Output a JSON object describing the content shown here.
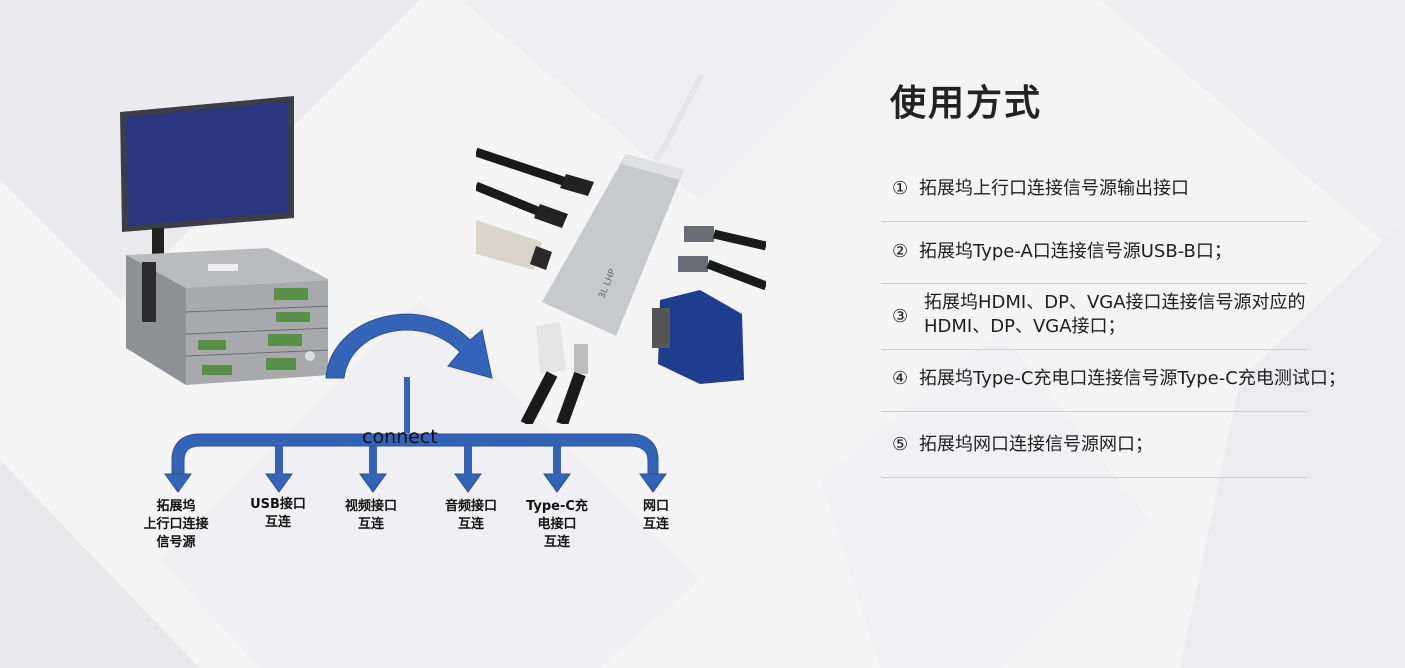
{
  "title": "使用方式",
  "steps": [
    {
      "num": "①",
      "text": "拓展坞上行口连接信号源输出接口"
    },
    {
      "num": "②",
      "text": "拓展坞Type-A口连接信号源USB-B口；"
    },
    {
      "num": "③",
      "text_line1": "拓展坞HDMI、DP、VGA接口连接信号源对应的",
      "text_line2": "HDMI、DP、VGA接口；"
    },
    {
      "num": "④",
      "text": "拓展坞Type-C充电口连接信号源Type-C充电测试口；"
    },
    {
      "num": "⑤",
      "text": "拓展坞网口连接信号源网口；"
    }
  ],
  "diagram": {
    "connect_label": "connect",
    "branches": [
      {
        "line1": "拓展坞",
        "line2": "上行口连接",
        "line3": "信号源"
      },
      {
        "line1": "USB接口",
        "line2": "互连"
      },
      {
        "line1": "视频接口",
        "line2": "互连"
      },
      {
        "line1": "音频接口",
        "line2": "互连"
      },
      {
        "line1": "Type-C充",
        "line2": "电接口",
        "line3": "互连"
      },
      {
        "line1": "网口",
        "line2": "互连"
      }
    ],
    "hub_brand": "3L LHP",
    "colors": {
      "arrow": "#3464b7",
      "arrow_edge": "#2a4f94",
      "screen": "#2a3680",
      "hub": "#c8c9cc",
      "vga": "#1f3d8f"
    }
  }
}
